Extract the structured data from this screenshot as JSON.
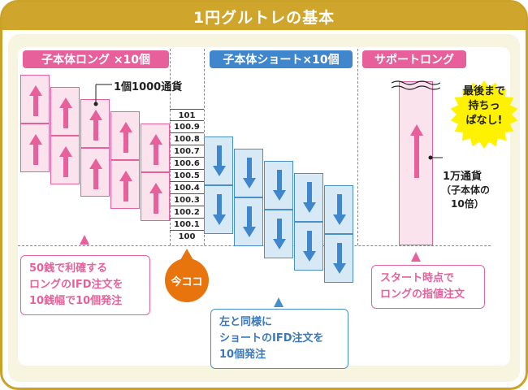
{
  "header": {
    "title": "1円グルトレの基本"
  },
  "sections": {
    "long": {
      "label": "子本体ロング ×10個"
    },
    "short": {
      "label": "子本体ショート×10個"
    },
    "support": {
      "label": "サポートロング"
    }
  },
  "annotations": {
    "per_unit": "1個1000通貨",
    "current": "今ココ",
    "support_units": [
      "1万通貨",
      "（子本体の",
      "10倍）"
    ],
    "hold": [
      "最後まで",
      "持ちっ",
      "ぱなし!"
    ]
  },
  "prices": [
    "101",
    "100.9",
    "100.8",
    "100.7",
    "100.6",
    "100.5",
    "100.4",
    "100.3",
    "100.2",
    "100.1",
    "100"
  ],
  "callouts": {
    "long_note": [
      "50銭で利確する",
      "ロングのIFD注文を",
      "10銭幅で10個発注"
    ],
    "short_note": [
      "左と同様に",
      "ショートのIFD注文を",
      "10個発注"
    ],
    "support_note": [
      "スタート時点で",
      "ロングの指値注文"
    ]
  },
  "colors": {
    "gold": "#cfa52b",
    "pink": "#e8609b",
    "blue": "#3f86cc",
    "orange": "#e8740e",
    "yellow": "#fff200"
  }
}
